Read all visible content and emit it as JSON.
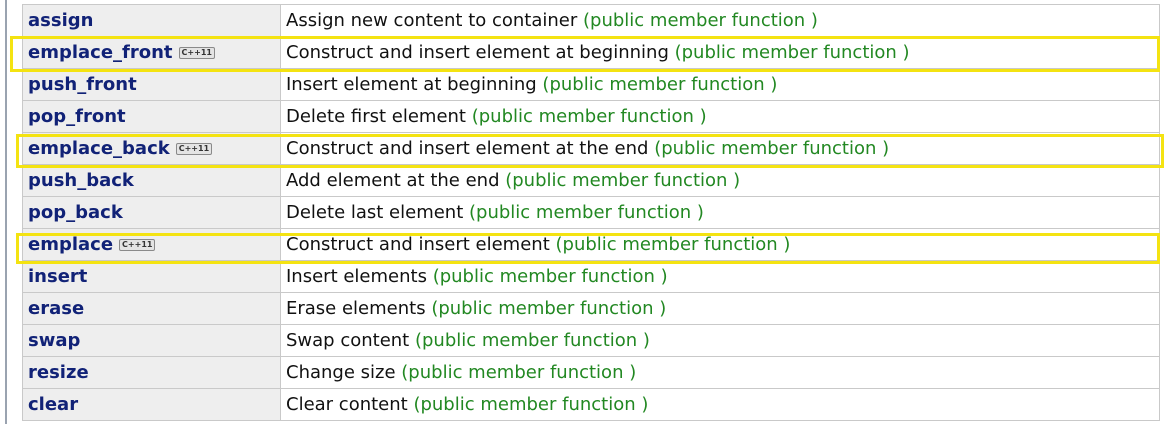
{
  "badge_text": "C++11",
  "kind_text": "(public member function )",
  "rows": [
    {
      "name": "assign",
      "desc": "Assign new content to container",
      "cpp11": false
    },
    {
      "name": "emplace_front",
      "desc": "Construct and insert element at beginning",
      "cpp11": true
    },
    {
      "name": "push_front",
      "desc": "Insert element at beginning",
      "cpp11": false
    },
    {
      "name": "pop_front",
      "desc": "Delete first element",
      "cpp11": false
    },
    {
      "name": "emplace_back",
      "desc": "Construct and insert element at the end",
      "cpp11": true
    },
    {
      "name": "push_back",
      "desc": "Add element at the end",
      "cpp11": false
    },
    {
      "name": "pop_back",
      "desc": "Delete last element",
      "cpp11": false
    },
    {
      "name": "emplace",
      "desc": "Construct and insert element",
      "cpp11": true
    },
    {
      "name": "insert",
      "desc": "Insert elements",
      "cpp11": false
    },
    {
      "name": "erase",
      "desc": "Erase elements",
      "cpp11": false
    },
    {
      "name": "swap",
      "desc": "Swap content",
      "cpp11": false
    },
    {
      "name": "resize",
      "desc": "Change size",
      "cpp11": false
    },
    {
      "name": "clear",
      "desc": "Clear content",
      "cpp11": false
    }
  ],
  "highlighted_rows": [
    "emplace_front",
    "emplace_back",
    "emplace"
  ],
  "colors": {
    "member_name": "#112277",
    "kind_text": "#228822",
    "highlight_outline": "#f4e311",
    "name_cell_bg": "#eeeeee"
  }
}
